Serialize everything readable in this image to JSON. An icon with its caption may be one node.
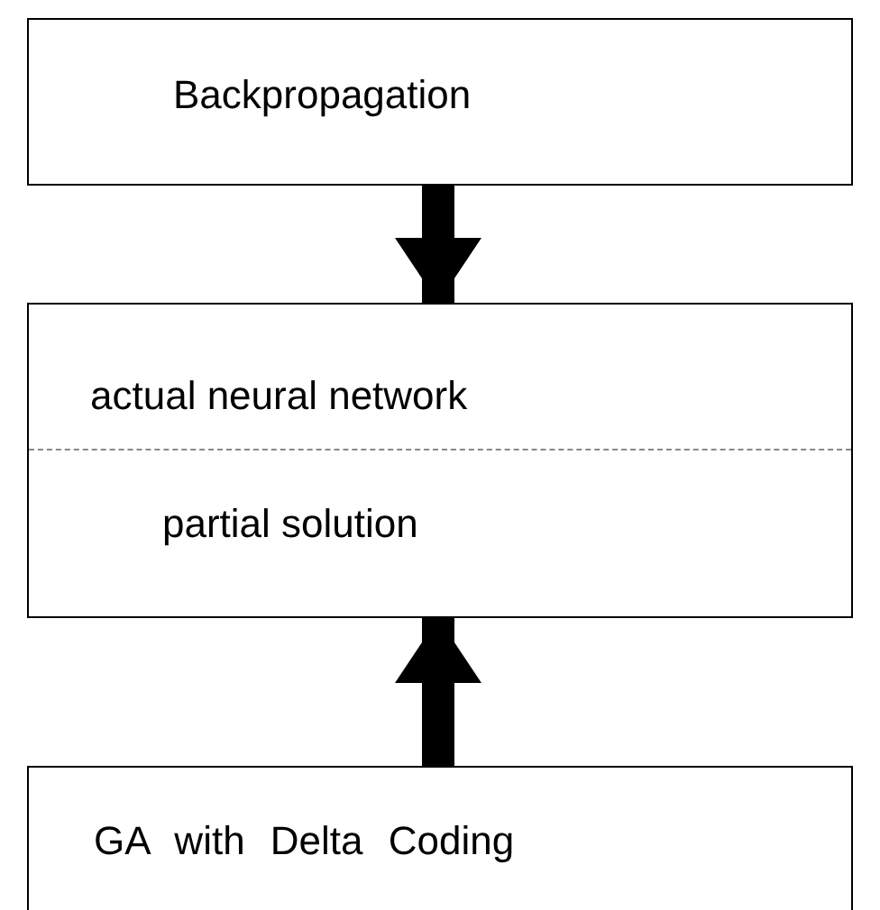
{
  "diagram": {
    "nodes": [
      {
        "text": [
          "Backpropagation"
        ]
      },
      {
        "text": [
          "actual neural network",
          "partial solution"
        ]
      },
      {
        "text": [
          "GA with Delta Coding"
        ]
      }
    ],
    "edges": [
      {
        "from": 0,
        "to": 1,
        "arrow": "to"
      },
      {
        "from": 2,
        "to": 1,
        "arrow": "to"
      }
    ]
  }
}
